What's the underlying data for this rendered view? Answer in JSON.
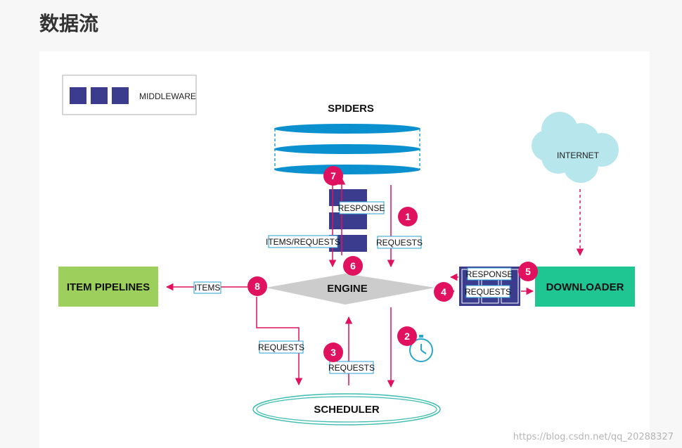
{
  "page": {
    "title": "数据流"
  },
  "colors": {
    "magenta": "#e0115f",
    "middleware": "#3c3c8e",
    "spider_blue": "#0a90cf",
    "pipeline_green": "#9ccf5b",
    "downloader_green": "#1fc692",
    "engine_gray": "#cccccc",
    "cloud": "#b7e6ec",
    "label_border": "#2a9fd6",
    "scheduler_teal": "#3dbcb0"
  },
  "legend": {
    "label": "MIDDLEWARE"
  },
  "nodes": {
    "spiders": "SPIDERS",
    "engine": "ENGINE",
    "scheduler": "SCHEDULER",
    "item_pipelines": "ITEM PIPELINES",
    "downloader": "DOWNLOADER",
    "internet": "INTERNET"
  },
  "flow_labels": {
    "response_top": "RESPONSE",
    "items_requests": "ITEMS/REQUESTS",
    "requests_1": "REQUESTS",
    "items": "ITEMS",
    "response_down": "RESPONSE",
    "requests_down": "REQUESTS",
    "requests_8": "REQUESTS",
    "requests_3": "REQUESTS"
  },
  "steps": [
    "1",
    "2",
    "3",
    "4",
    "5",
    "6",
    "7",
    "8"
  ],
  "watermark": "https://blog.csdn.net/qq_20288327"
}
